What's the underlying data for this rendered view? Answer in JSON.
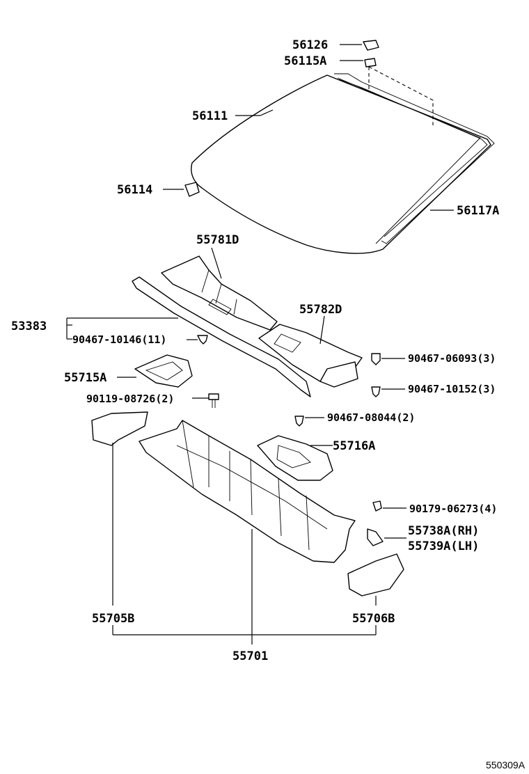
{
  "labels": {
    "p56126": "56126",
    "p56115A": "56115A",
    "p56111": "56111",
    "p56114": "56114",
    "p56117A": "56117A",
    "p55781D": "55781D",
    "p53383": "53383",
    "p90467_10146": "90467-10146(11)",
    "p55782D": "55782D",
    "p90467_06093": "90467-06093(3)",
    "p55715A": "55715A",
    "p90467_10152": "90467-10152(3)",
    "p90119_08726": "90119-08726(2)",
    "p90467_08044": "90467-08044(2)",
    "p55716A": "55716A",
    "p90179_06273": "90179-06273(4)",
    "p55738A": "55738A(RH)",
    "p55739A": "55739A(LH)",
    "p55705B": "55705B",
    "p55706B": "55706B",
    "p55701": "55701"
  },
  "diagram_code": "550309A"
}
